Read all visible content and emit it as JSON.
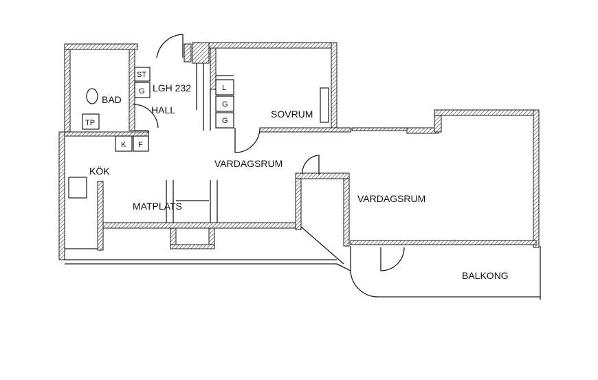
{
  "plan": {
    "apartment_label": "LGH 232",
    "rooms": {
      "bad": "BAD",
      "hall": "HALL",
      "sovrum": "SOVRUM",
      "kok": "KÖK",
      "vardagsrum_left": "VARDAGSRUM",
      "vardagsrum_right": "VARDAGSRUM",
      "matplats": "MATPLATS",
      "balkong": "BALKONG"
    },
    "fixtures": {
      "st": "ST",
      "g_hall": "G",
      "tp": "TP",
      "k": "K",
      "f": "F",
      "l": "L",
      "g1": "G",
      "g2": "G"
    },
    "colors": {
      "wall": "#1a1a1a",
      "hatch": "#444444",
      "background": "#ffffff"
    }
  }
}
